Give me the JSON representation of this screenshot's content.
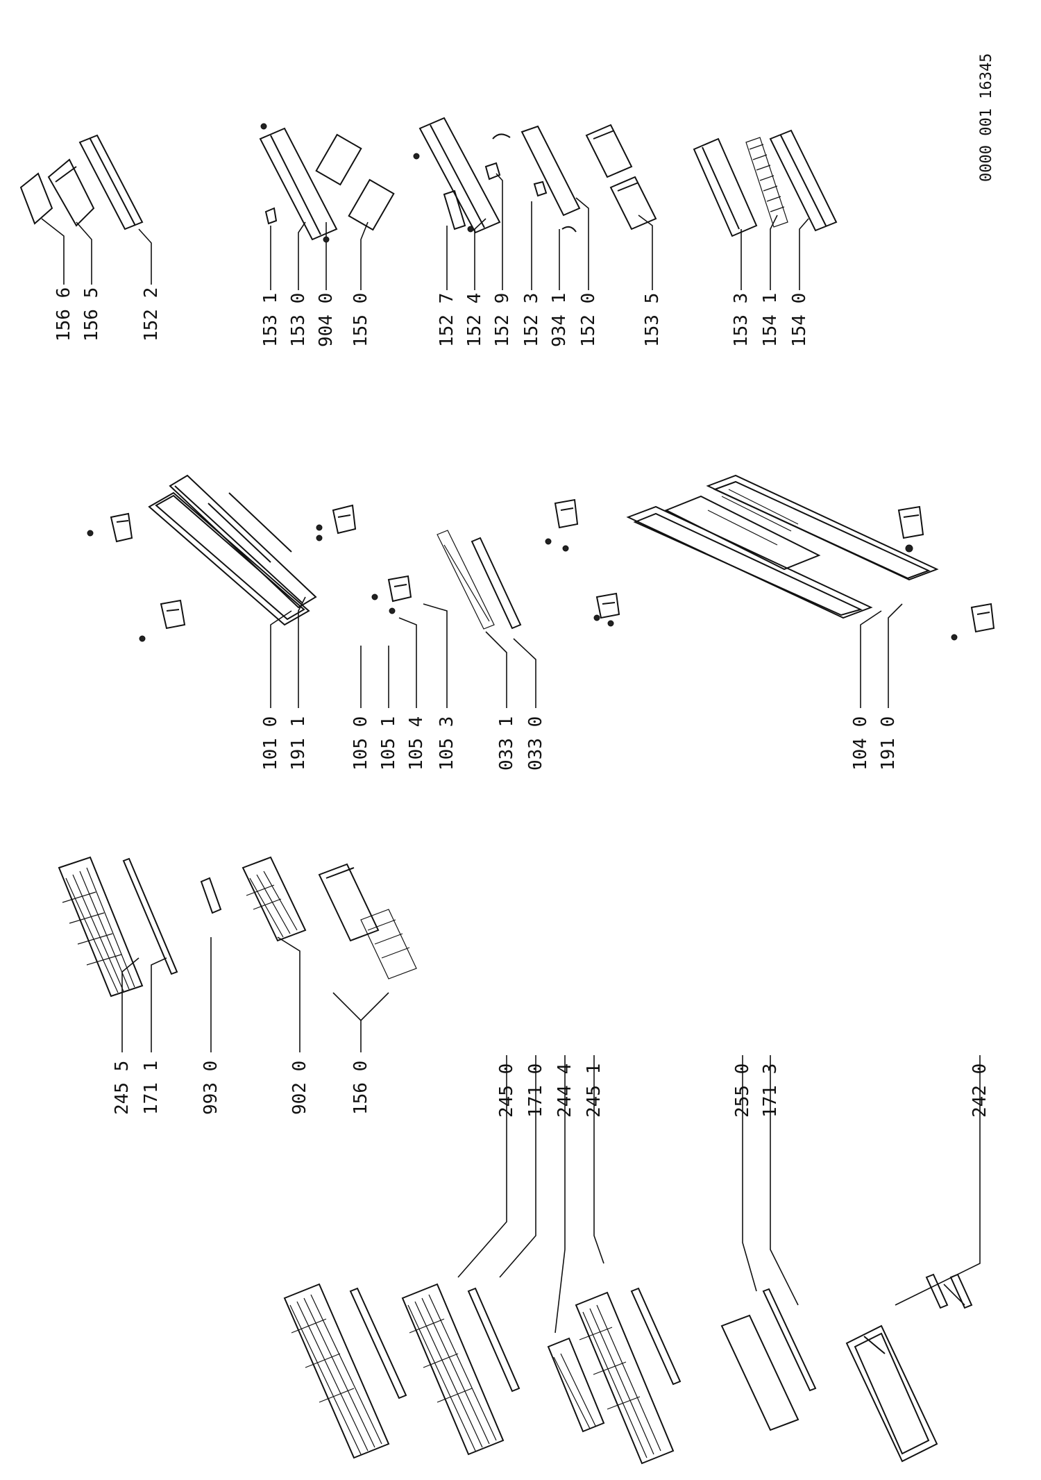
{
  "diagram": {
    "reference_code": "0000 001 16345",
    "labels": [
      "156 6",
      "156 5",
      "152 2",
      "153 1",
      "153 0",
      "904 0",
      "155 0",
      "152 7",
      "152 4",
      "152 9",
      "152 3",
      "934 1",
      "152 0",
      "153 5",
      "153 3",
      "154 1",
      "154 0",
      "101 0",
      "191 1",
      "105 0",
      "105 1",
      "105 4",
      "105 3",
      "033 1",
      "033 0",
      "104 0",
      "191 0",
      "245 5",
      "171 1",
      "993 0",
      "902 0",
      "156 0",
      "245 0",
      "171 0",
      "244 4",
      "245 1",
      "255 0",
      "171 3",
      "242 0"
    ]
  }
}
